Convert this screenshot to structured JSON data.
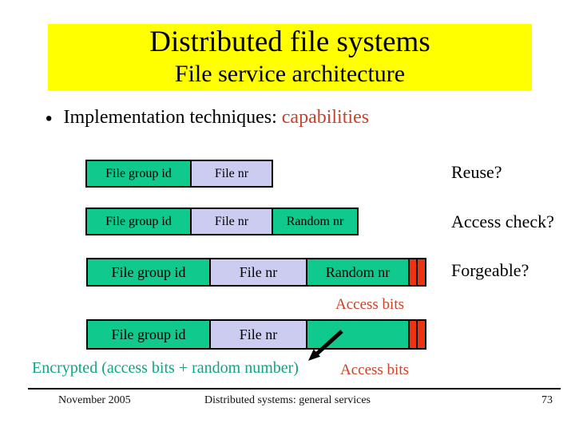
{
  "header": {
    "title": "Distributed file systems",
    "subtitle": "File service architecture"
  },
  "bullet": {
    "marker": "●",
    "text": "Implementation techniques: ",
    "highlight": "capabilities"
  },
  "diagram": {
    "rows": [
      {
        "segments": {
          "group": "File group id",
          "filenr": "File nr"
        },
        "label": "Reuse?"
      },
      {
        "segments": {
          "group": "File group id",
          "filenr": "File nr",
          "random": "Random nr"
        },
        "label": "Access check?"
      },
      {
        "segments": {
          "group": "File group id",
          "filenr": "File nr",
          "random": "Random nr"
        },
        "label": "Forgeable?"
      },
      {
        "segments": {
          "group": "File group id",
          "filenr": "File nr"
        },
        "label": ""
      }
    ],
    "access_bits_label_top": "Access bits",
    "access_bits_label_bottom": "Access bits",
    "encrypted_label": "Encrypted (access bits + random number)"
  },
  "footer": {
    "date": "November 2005",
    "center": "Distributed systems: general services",
    "page": "73"
  },
  "colors": {
    "header_bg": "#ffff00",
    "box_green": "#10c98c",
    "box_lavender": "#ccccf0",
    "box_red": "#ee3311",
    "text_red": "#cc4125",
    "text_teal": "#10a383"
  }
}
